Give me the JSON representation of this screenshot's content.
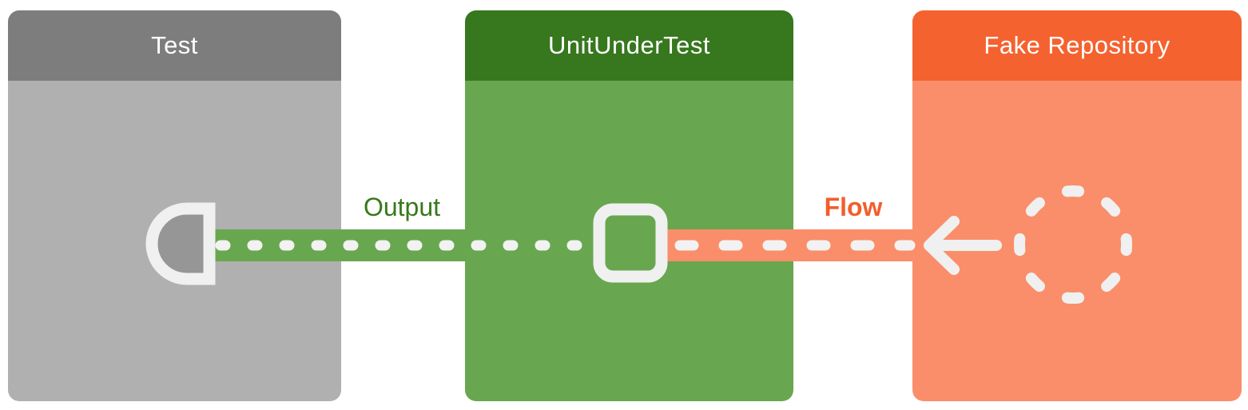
{
  "page": {
    "background_color": "#ffffff"
  },
  "boxes": [
    {
      "id": "test",
      "label": "Test",
      "header_color": "#7d7d7d",
      "body_color": "#b0b0b0"
    },
    {
      "id": "unit-under-test",
      "label": "UnitUnderTest",
      "header_color": "#37771e",
      "body_color": "#68a74f"
    },
    {
      "id": "fake-repository",
      "label": "Fake Repository",
      "header_color": "#f4622f",
      "body_color": "#fa8e6a"
    }
  ],
  "connectors": [
    {
      "id": "output",
      "label": "Output",
      "label_color": "#38791c",
      "line_color": "#68a74f",
      "dot_color": "#f2f2f2",
      "style": "dotted",
      "from": "unit-under-test",
      "to": "test"
    },
    {
      "id": "flow",
      "label": "Flow",
      "label_color": "#f25e2c",
      "line_color": "#fa8e6a",
      "dot_color": "#f2f2f2",
      "style": "dashed",
      "from": "fake-repository",
      "to": "unit-under-test"
    }
  ],
  "icons": [
    {
      "name": "collector-icon",
      "on": "test",
      "fill_color": "#969696",
      "stroke_color": "#f0f0f0"
    },
    {
      "name": "square-port-icon",
      "on": "unit-under-test",
      "fill_color": "#68a74f",
      "stroke_color": "#f0f0f0"
    },
    {
      "name": "arrow-left-icon",
      "on": "fake-repository",
      "stroke_color": "#f0f0f0"
    },
    {
      "name": "dashed-circle-flow-icon",
      "on": "fake-repository",
      "stroke_color": "#f0f0f0"
    }
  ]
}
